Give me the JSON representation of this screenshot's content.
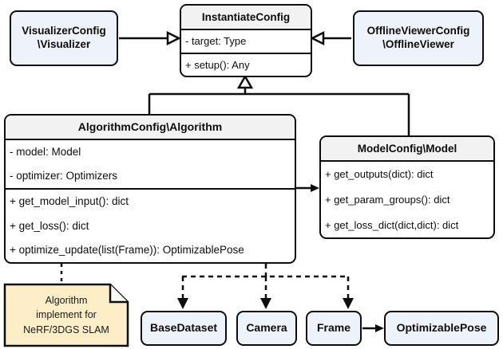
{
  "diagram": {
    "title": "UML class diagram",
    "colors": {
      "node_fill": "#eef2fb",
      "uml_fill": "#ffffff",
      "uml_header_fill": "#f2f2f2",
      "note_fill": "#fdeec8",
      "stroke": "#0d0d0d"
    }
  },
  "classes": {
    "instantiate_config": {
      "name": "InstantiateConfig",
      "attributes": [
        "- target: Type"
      ],
      "methods": [
        "+ setup(): Any"
      ]
    },
    "algorithm_config": {
      "name": "AlgorithmConfig\\Algorithm",
      "attributes": [
        "- model: Model",
        "- optimizer: Optimizers"
      ],
      "methods": [
        "+ get_model_input(): dict",
        "+ get_loss(): dict",
        "+ optimize_update(list(Frame)): OptimizablePose"
      ]
    },
    "model_config": {
      "name": "ModelConfig\\Model",
      "methods": [
        "+ get_outputs(dict): dict",
        "+ get_param_groups(): dict",
        "+ get_loss_dict(dict,dict): dict"
      ]
    }
  },
  "nodes": {
    "visualizer_config": {
      "line1": "VisualizerConfig",
      "line2": "\\Visualizer"
    },
    "offline_viewer_config": {
      "line1": "OfflineViewerConfig",
      "line2": "\\OfflineViewer"
    },
    "base_dataset": {
      "label": "BaseDataset"
    },
    "camera": {
      "label": "Camera"
    },
    "frame": {
      "label": "Frame"
    },
    "optimizable_pose": {
      "label": "OptimizablePose"
    }
  },
  "note": {
    "lines": [
      "Algorithm",
      "implement for",
      "NeRF/3DGS SLAM"
    ]
  },
  "relations": [
    {
      "from": "VisualizerConfig\\Visualizer",
      "to": "InstantiateConfig",
      "type": "generalization"
    },
    {
      "from": "OfflineViewerConfig\\OfflineViewer",
      "to": "InstantiateConfig",
      "type": "generalization"
    },
    {
      "from": "AlgorithmConfig\\Algorithm",
      "to": "InstantiateConfig",
      "type": "generalization"
    },
    {
      "from": "ModelConfig\\Model",
      "to": "InstantiateConfig",
      "type": "generalization"
    },
    {
      "from": "AlgorithmConfig\\Algorithm",
      "to": "ModelConfig\\Model",
      "type": "association"
    },
    {
      "from": "AlgorithmConfig\\Algorithm",
      "to": "BaseDataset",
      "type": "dependency"
    },
    {
      "from": "AlgorithmConfig\\Algorithm",
      "to": "Camera",
      "type": "dependency"
    },
    {
      "from": "AlgorithmConfig\\Algorithm",
      "to": "Frame",
      "type": "dependency"
    },
    {
      "from": "Frame",
      "to": "OptimizablePose",
      "type": "association"
    },
    {
      "from": "AlgorithmConfig\\Algorithm",
      "to": "note",
      "type": "note-link"
    }
  ]
}
